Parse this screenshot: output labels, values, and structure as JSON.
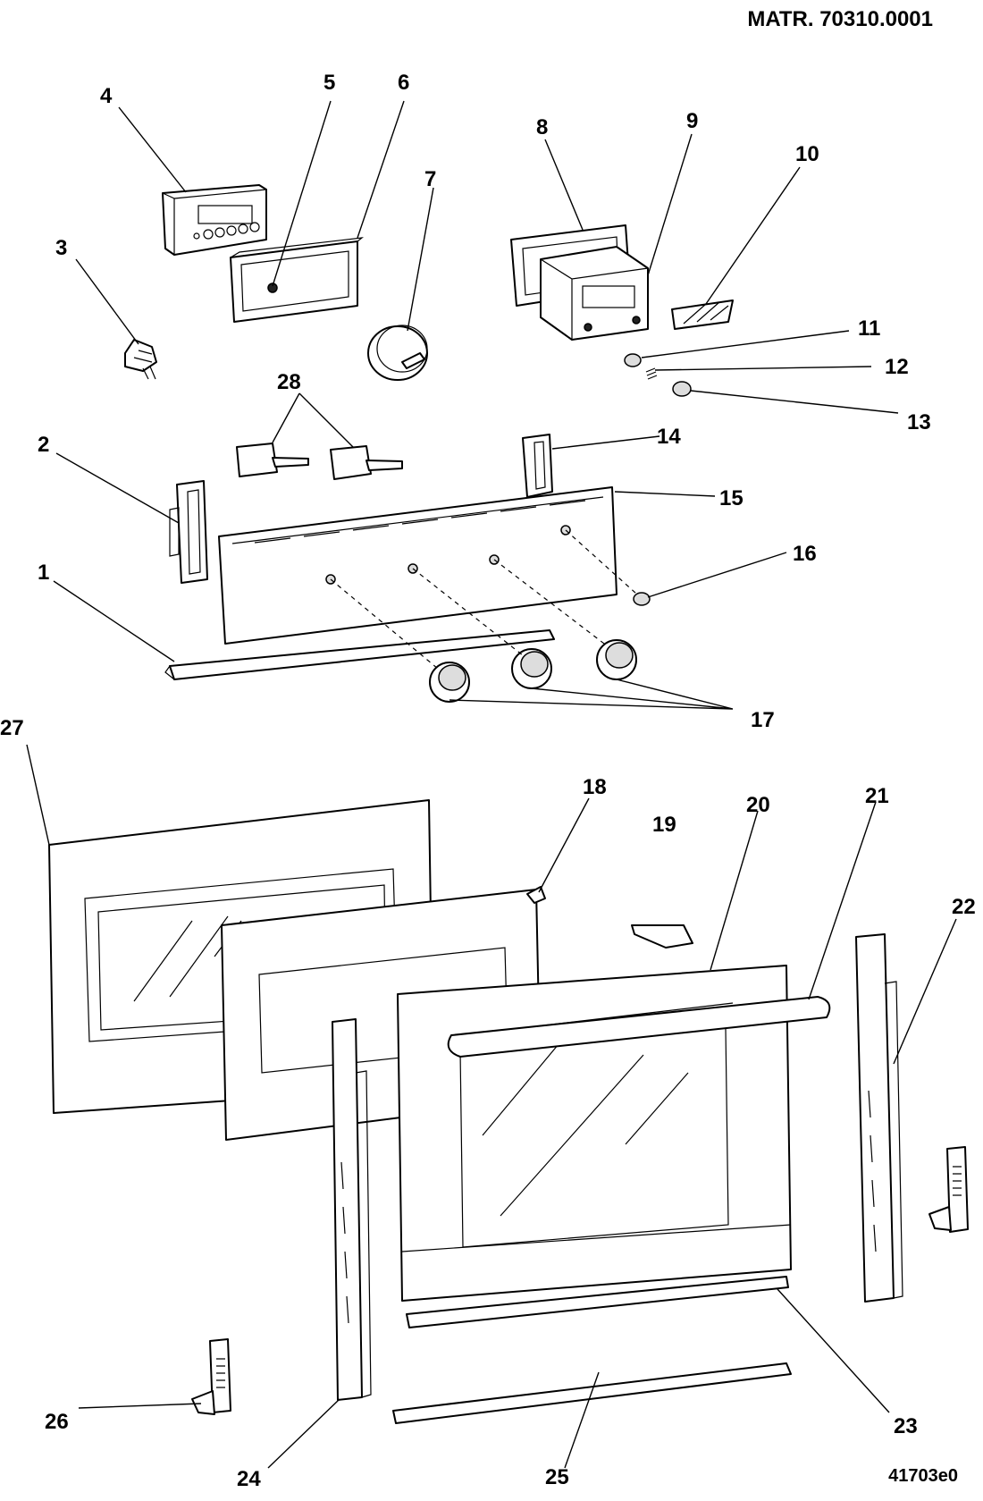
{
  "header": {
    "code": "MATR. 70310.0001"
  },
  "footer": {
    "code": "41703e0"
  },
  "callouts": [
    {
      "id": "1",
      "label": "1"
    },
    {
      "id": "2",
      "label": "2"
    },
    {
      "id": "3",
      "label": "3"
    },
    {
      "id": "4",
      "label": "4"
    },
    {
      "id": "5",
      "label": "5"
    },
    {
      "id": "6",
      "label": "6"
    },
    {
      "id": "7",
      "label": "7"
    },
    {
      "id": "8",
      "label": "8"
    },
    {
      "id": "9",
      "label": "9"
    },
    {
      "id": "10",
      "label": "10"
    },
    {
      "id": "11",
      "label": "11"
    },
    {
      "id": "12",
      "label": "12"
    },
    {
      "id": "13",
      "label": "13"
    },
    {
      "id": "14",
      "label": "14"
    },
    {
      "id": "15",
      "label": "15"
    },
    {
      "id": "16",
      "label": "16"
    },
    {
      "id": "17",
      "label": "17"
    },
    {
      "id": "18",
      "label": "18"
    },
    {
      "id": "19",
      "label": "19"
    },
    {
      "id": "20",
      "label": "20"
    },
    {
      "id": "21",
      "label": "21"
    },
    {
      "id": "22",
      "label": "22"
    },
    {
      "id": "23",
      "label": "23"
    },
    {
      "id": "24",
      "label": "24"
    },
    {
      "id": "25",
      "label": "25"
    },
    {
      "id": "26",
      "label": "26"
    },
    {
      "id": "27",
      "label": "27"
    },
    {
      "id": "28",
      "label": "28"
    }
  ]
}
